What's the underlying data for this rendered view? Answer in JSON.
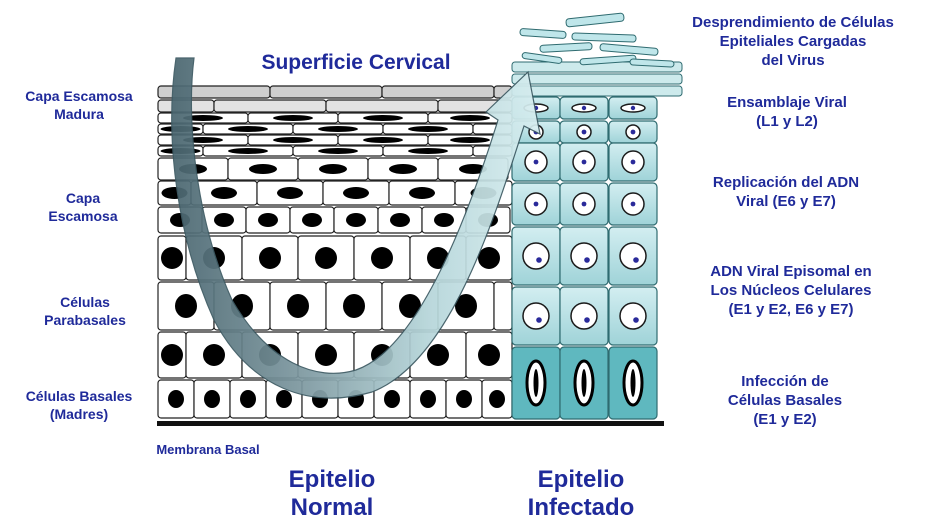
{
  "title": "Superficie Cervical",
  "left_labels": {
    "capa_madura": "Capa Escamosa\nMadura",
    "capa_escamosa": "Capa\nEscamosa",
    "parabasales": "Células\nParabasales",
    "basales": "Células Basales\n(Madres)"
  },
  "membrane_label": "Membrana Basal",
  "right_labels": {
    "desprendimiento": "Desprendimiento de Células\nEpiteliales Cargadas\ndel Virus",
    "ensamblaje": "Ensamblaje Viral\n(L1 y L2)",
    "replicacion": "Replicación del ADN\nViral (E6 y E7)",
    "episomal": "ADN Viral Episomal en\nLos Núcleos Celulares\n(E1 y E2, E6 y E7)",
    "infeccion": "Infección de\nCélulas Basales\n(E1 y E2)"
  },
  "bottom_labels": {
    "normal": "Epitelio\nNormal",
    "infectado": "Epitelio\nInfectado"
  },
  "colors": {
    "label_text": "#1f2a9a",
    "infected_fill": "#bfe6ea",
    "infected_basal": "#5fb8bf",
    "arrow_dark": "#4f6b73",
    "arrow_light": "#bfe2e6"
  }
}
